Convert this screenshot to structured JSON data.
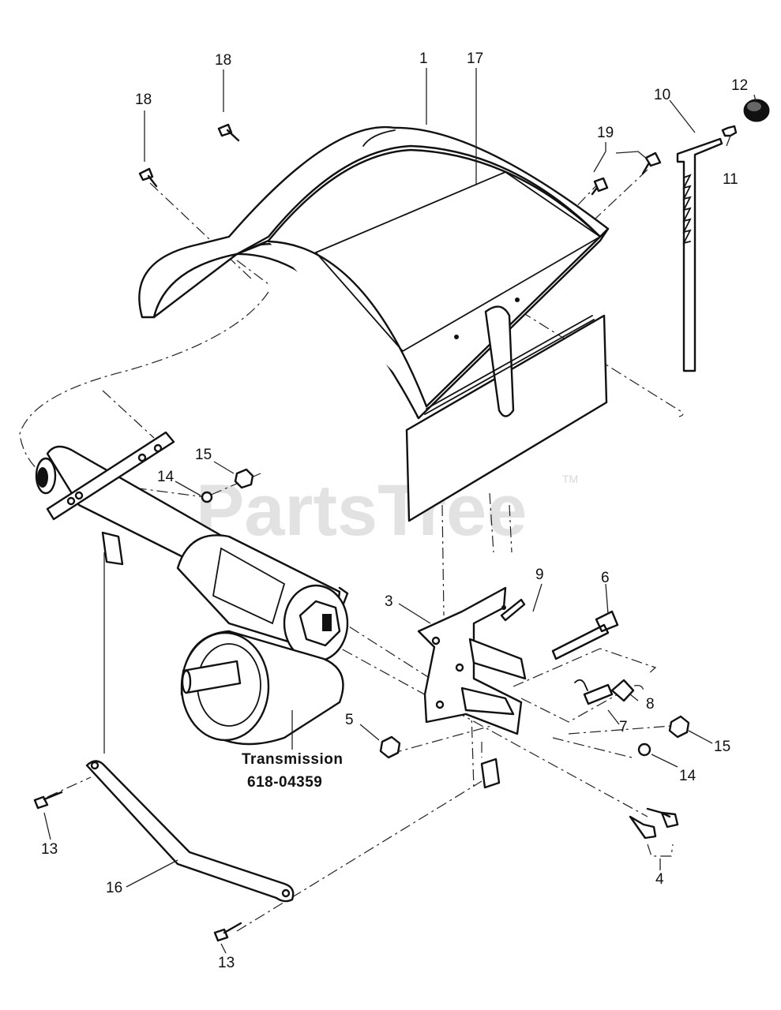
{
  "watermark": {
    "brand": "PartsTree",
    "trademark": "TM"
  },
  "transmission_label": {
    "line1": "Transmission",
    "line2": "618-04359"
  },
  "callouts": {
    "c1": "1",
    "c3": "3",
    "c4": "4",
    "c5": "5",
    "c6": "6",
    "c7": "7",
    "c8": "8",
    "c9": "9",
    "c10": "10",
    "c11": "11",
    "c12": "12",
    "c13a": "13",
    "c13b": "13",
    "c14a": "14",
    "c14b": "14",
    "c15a": "15",
    "c15b": "15",
    "c16": "16",
    "c17": "17",
    "c18a": "18",
    "c18b": "18",
    "c19": "19"
  }
}
